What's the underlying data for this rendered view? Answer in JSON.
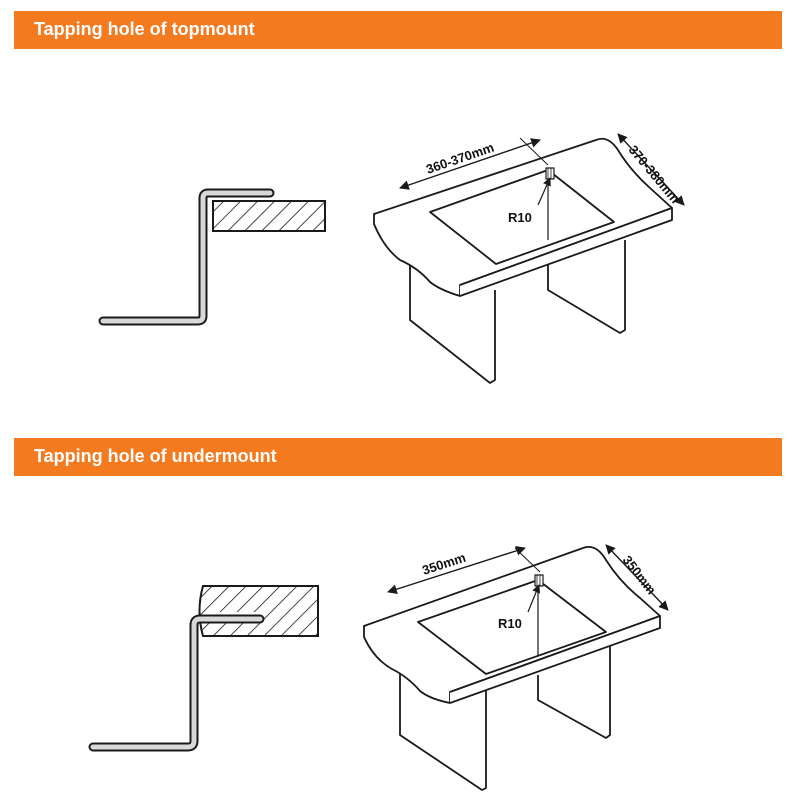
{
  "sections": [
    {
      "title": "Tapping hole of topmount",
      "width_dim": "360-370mm",
      "depth_dim": "370-380mm",
      "radius": "R10"
    },
    {
      "title": "Tapping hole of undermount",
      "width_dim": "350mm",
      "depth_dim": "350mm",
      "radius": "R10"
    }
  ],
  "colors": {
    "banner": "#f47a20",
    "banner_text": "#ffffff",
    "line": "#1a1a1a"
  }
}
